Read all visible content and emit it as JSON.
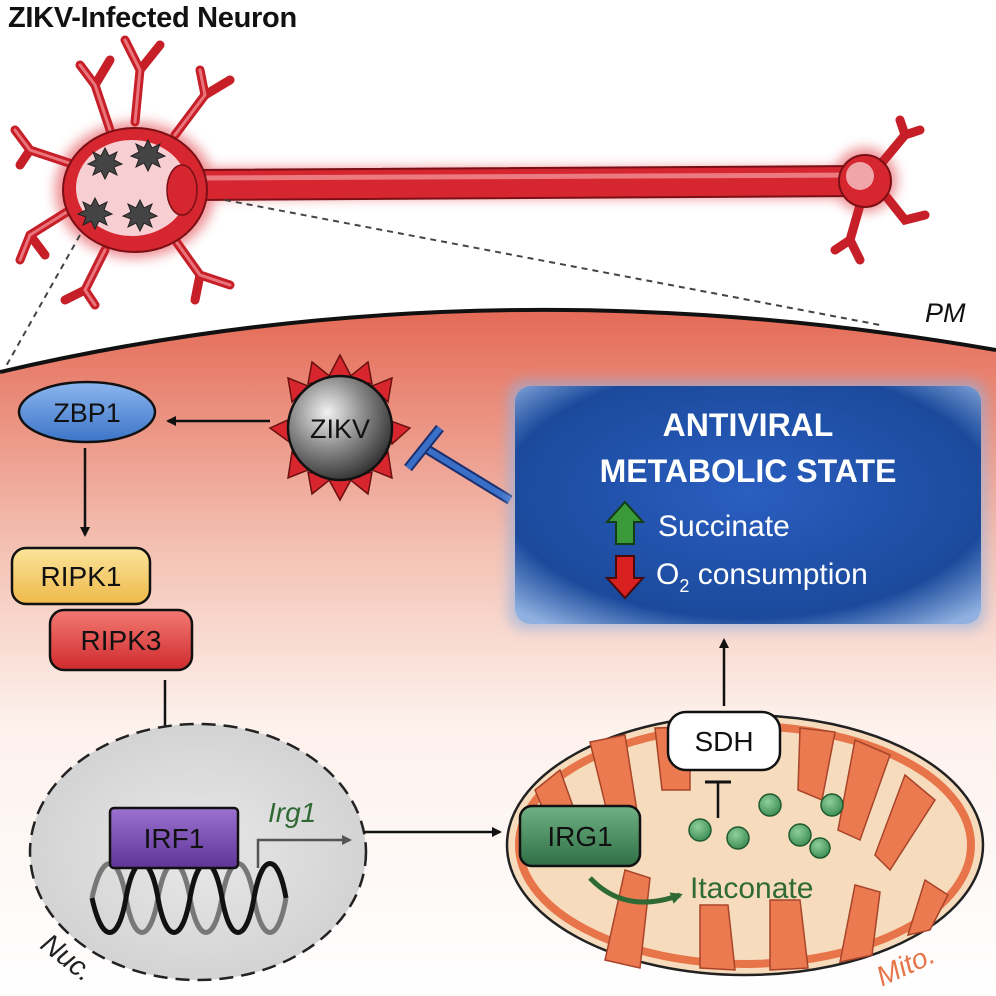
{
  "title": "ZIKV-Infected Neuron",
  "labels": {
    "pm": "PM",
    "zikv": "ZIKV",
    "zbp1": "ZBP1",
    "ripk1": "RIPK1",
    "ripk3": "RIPK3",
    "irf1": "IRF1",
    "irg1_gene": "Irg1",
    "irg1_protein": "IRG1",
    "sdh": "SDH",
    "itaconate": "Itaconate",
    "nucleus": "Nuc.",
    "mitochondrion": "Mito."
  },
  "antiviral_box": {
    "title_line1": "ANTIVIRAL",
    "title_line2": "METABOLIC STATE",
    "up_item": "Succinate",
    "down_item_prefix": "O",
    "down_item_subscript": "2",
    "down_item_suffix": " consumption"
  },
  "colors": {
    "neuron_red": "#d8262e",
    "cytoplasm_top": "#e8705e",
    "blue_box": "#1f4fa8",
    "inhibit_blue": "#2b5fb8",
    "zbp1_blue": "#5a8fd8",
    "ripk1_yellow": "#f5cf6a",
    "ripk3_red": "#e0423f",
    "irf1_purple": "#7b4fb5",
    "irg1_green": "#3e8a5a",
    "itaconate_green": "#2f6a35",
    "arrow_up_green": "#3a9a3a",
    "arrow_down_red": "#d82020",
    "mito_orange": "#e8744a",
    "mito_fill": "#f5d9b8"
  }
}
